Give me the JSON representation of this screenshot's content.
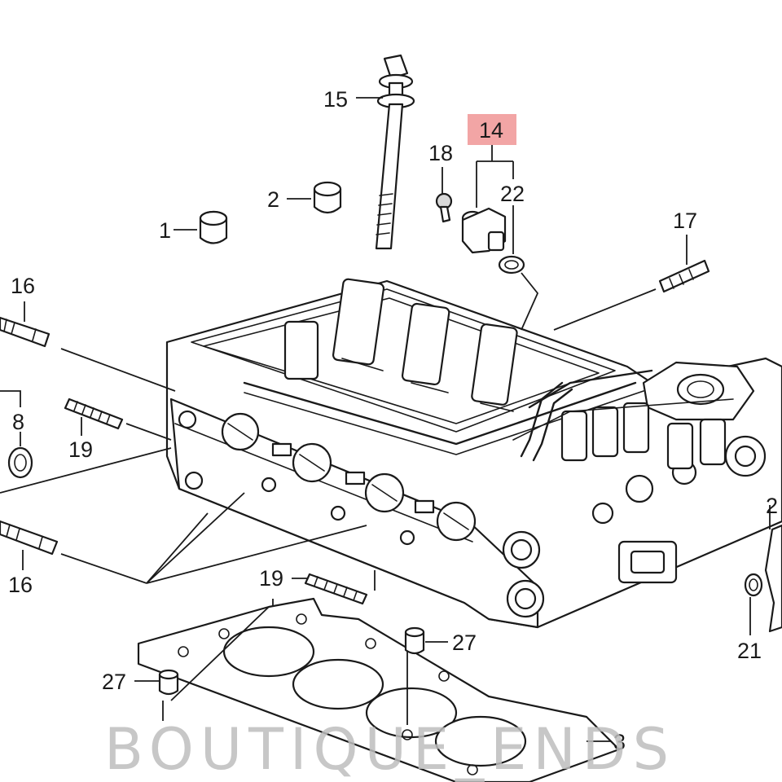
{
  "diagram": {
    "highlight_color": "#f2a5a5",
    "line_color": "#1a1a1a",
    "callouts": [
      {
        "id": "1",
        "label": "1"
      },
      {
        "id": "2",
        "label": "2"
      },
      {
        "id": "3",
        "label": "3"
      },
      {
        "id": "8",
        "label": "8"
      },
      {
        "id": "14",
        "label": "14",
        "highlighted": true
      },
      {
        "id": "15",
        "label": "15"
      },
      {
        "id": "16a",
        "label": "16"
      },
      {
        "id": "16b",
        "label": "16"
      },
      {
        "id": "17",
        "label": "17"
      },
      {
        "id": "18",
        "label": "18"
      },
      {
        "id": "19a",
        "label": "19"
      },
      {
        "id": "19b",
        "label": "19"
      },
      {
        "id": "2x",
        "label": "2"
      },
      {
        "id": "21",
        "label": "21"
      },
      {
        "id": "22",
        "label": "22"
      },
      {
        "id": "27a",
        "label": "27"
      },
      {
        "id": "27b",
        "label": "27"
      }
    ]
  },
  "watermark": {
    "text": "BOUTIQUE_ENDS",
    "color": "#bdbdbd"
  }
}
